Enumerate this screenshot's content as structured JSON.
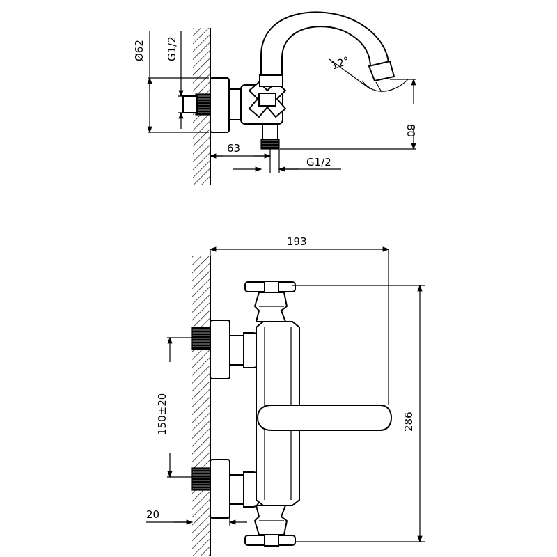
{
  "top_view": {
    "dim_diameter": "Ø62",
    "dim_thread_inlet": "G1/2",
    "dim_angle": "12°",
    "dim_height": "80",
    "dim_depth": "63",
    "dim_thread_outlet": "G1/2"
  },
  "front_view": {
    "dim_width": "193",
    "dim_centers": "150±20",
    "dim_overall_height": "286",
    "dim_wall_offset": "20"
  }
}
